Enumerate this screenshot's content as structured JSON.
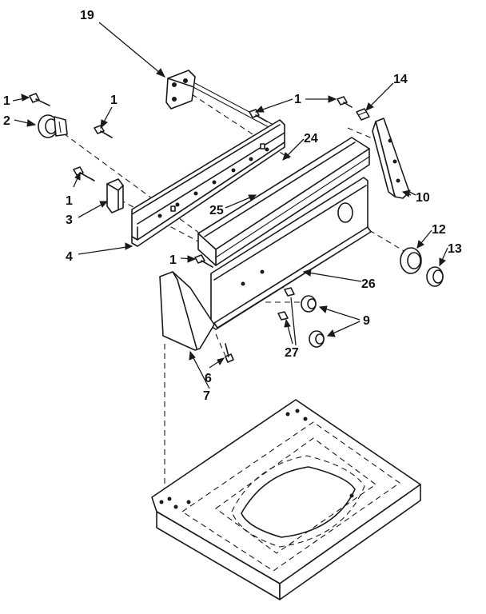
{
  "callouts": {
    "c19": "19",
    "c1a": "1",
    "c1b": "1",
    "c1c": "1",
    "c1d": "1",
    "c1e": "1",
    "c2": "2",
    "c3": "3",
    "c4": "4",
    "c6": "6",
    "c7": "7",
    "c9": "9",
    "c10": "10",
    "c12": "12",
    "c13": "13",
    "c14": "14",
    "c24": "24",
    "c25": "25",
    "c26": "26",
    "c27": "27"
  }
}
